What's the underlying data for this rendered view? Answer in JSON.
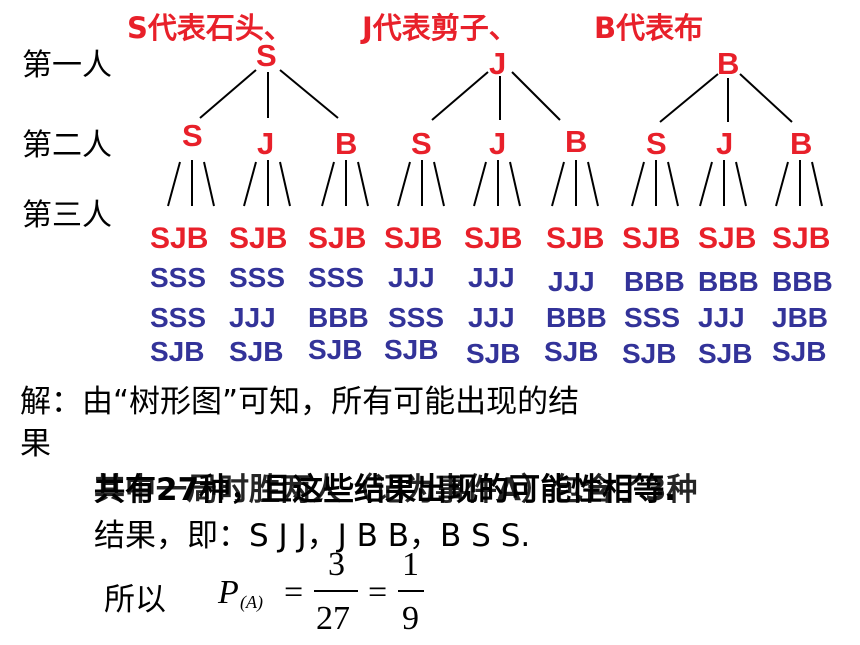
{
  "legend": {
    "s": "S代表石头、",
    "j": "J代表剪子、",
    "b": "B代表布"
  },
  "row_labels": {
    "first": "第一人",
    "second": "第二人",
    "third": "第三人"
  },
  "tree": {
    "level1": [
      "S",
      "J",
      "B"
    ],
    "level2": [
      "S",
      "J",
      "B",
      "S",
      "J",
      "B",
      "S",
      "J",
      "B"
    ],
    "level3": [
      "SJB",
      "SJB",
      "SJB",
      "SJB",
      "SJB",
      "SJB",
      "SJB",
      "SJB",
      "SJB"
    ]
  },
  "outcomes": {
    "row1": [
      "SSS",
      "SSS",
      "SSS",
      "JJJ",
      "JJJ",
      "JJJ",
      "BBB",
      "BBB",
      "BBB"
    ],
    "row2": [
      "SSS",
      "JJJ",
      "BBB",
      "SSS",
      "JJJ",
      "BBB",
      "SSS",
      "JJJ",
      "JBB"
    ],
    "row3": [
      "SJB",
      "SJB",
      "SJB",
      "SJB",
      "SJB",
      "SJB",
      "SJB",
      "SJB",
      "SJB"
    ]
  },
  "solution": {
    "line1": "解：由“树形图”可知，所有可能出现的结",
    "line1b": "果",
    "line2a": "共有27种，且这些结果出现的可能性相等.",
    "line2b": "其中一局时胜两人（记为事件A）包含了3种",
    "line3": "结果，即：S J J，J B B，B S S.",
    "therefore": "所以",
    "P": "P",
    "sub": "(A)",
    "eq": "=",
    "num1": "3",
    "den1": "27",
    "num2": "1",
    "den2": "9"
  }
}
